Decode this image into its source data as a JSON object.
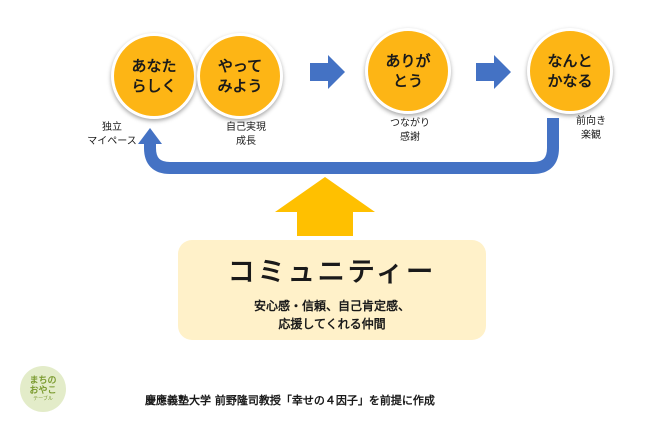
{
  "stages": [
    {
      "line1": "あなた",
      "line2": "らしく"
    },
    {
      "line1": "やって",
      "line2": "みよう"
    },
    {
      "line1": "ありが",
      "line2": "とう"
    },
    {
      "line1": "なんと",
      "line2": "かなる"
    }
  ],
  "stage_labels": [
    {
      "line1": "独立",
      "line2": "マイペース"
    },
    {
      "line1": "自己実現",
      "line2": "成長"
    },
    {
      "line1": "つながり",
      "line2": "感謝"
    },
    {
      "line1": "前向き",
      "line2": "楽観"
    }
  ],
  "community": {
    "title": "コミュニティー",
    "desc_line1": "安心感・信頼、自己肯定感、",
    "desc_line2": "応援してくれる仲間"
  },
  "footer": "慶應義塾大学 前野隆司教授「幸せの４因子」を前提に作成",
  "logo": {
    "line1": "まちの",
    "line2": "おやこ",
    "line3": "テーブル"
  },
  "colors": {
    "circle": "#FDB515",
    "arrow_blue": "#4472C4",
    "box_fill": "#FFF1C9",
    "up_arrow": "#FFC000"
  }
}
